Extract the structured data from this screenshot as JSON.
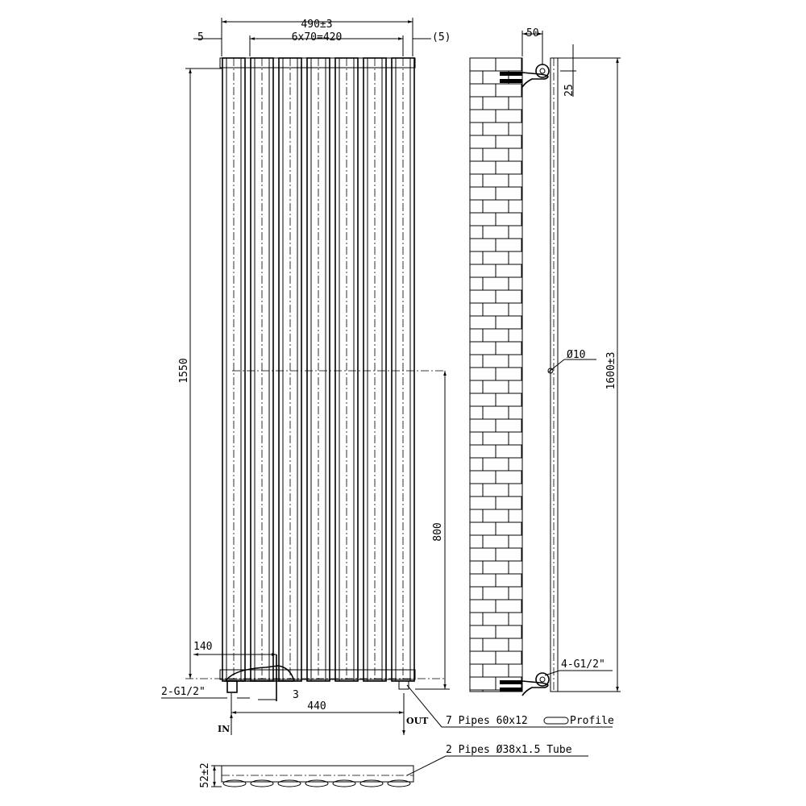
{
  "front_view": {
    "overall_width": "490±3",
    "left_offset": "5",
    "pitch": "6x70=420",
    "right_offset": "(5)",
    "height_left": "1550",
    "center_height": "800",
    "inlet_offset": "140",
    "connection": "2-G1/2\"",
    "gap": "3",
    "connection_spacing": "440",
    "inlet_label": "IN",
    "outlet_label": "OUT",
    "pipe_count": 7
  },
  "callouts": {
    "pipes": "7 Pipes 60x12",
    "profile": "Profile",
    "tube": "2 Pipes Ø38x1.5 Tube"
  },
  "top_view": {
    "depth": "52±2"
  },
  "side_view": {
    "wall_offset": "50",
    "top_offset": "25",
    "bracket_hole": "Ø10",
    "overall_height": "1600±3",
    "fittings": "4-G1/2\""
  }
}
